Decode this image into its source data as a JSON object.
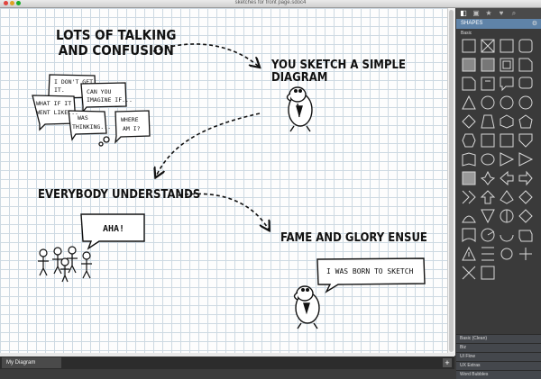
{
  "window": {
    "title": "sketches for front page.sdoc4"
  },
  "canvas": {
    "headings": {
      "talking": [
        "LOTS OF TALKING",
        "AND CONFUSION"
      ],
      "sketch": "YOU SKETCH A SIMPLE DIAGRAM",
      "understands": "EVERYBODY UNDERSTANDS",
      "fame": "FAME AND GLORY ENSUE"
    },
    "bubbles": {
      "dont_get": [
        "I DON'T GET",
        "IT."
      ],
      "can_you": [
        "CAN YOU",
        "IMAGINE IF..."
      ],
      "what_if": [
        "WHAT IF IT",
        "WENT LIKE..."
      ],
      "was_thinking": [
        "WAS",
        "THINKING..."
      ],
      "where_am_i": [
        "WHERE",
        "AM I?"
      ],
      "aha": "AHA!",
      "born": "I WAS BORN TO SKETCH"
    }
  },
  "bottom": {
    "page_tab": "My Diagram",
    "add_page": "+"
  },
  "panel": {
    "tabs": [
      "shapes-tab-icon",
      "image-tab-icon",
      "star-tab-icon",
      "heart-tab-icon",
      "search-tab-icon"
    ],
    "header": "SHAPES",
    "section": "Basic",
    "libraries": [
      "Basic (Clean)",
      "Biz",
      "UI Flow",
      "UX Extras",
      "Word Bubbles"
    ]
  }
}
